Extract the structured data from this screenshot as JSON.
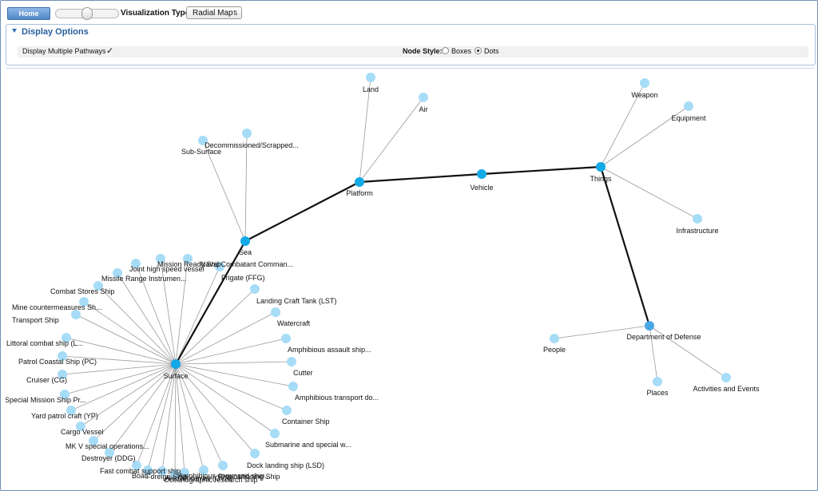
{
  "toolbar": {
    "home_label": "Home",
    "slider_value": 0.5,
    "viz_type_label": "Visualization Type:",
    "viz_type_value": "Radial Map"
  },
  "options": {
    "title": "Display Options",
    "multiple_pathways_label": "Display Multiple Pathways",
    "multiple_pathways_checked": true,
    "node_style_label": "Node Style:",
    "node_style_boxes": "Boxes",
    "node_style_dots": "Dots",
    "node_style_selected": "Dots"
  },
  "colors": {
    "main_node": "#13a9e6",
    "leaf_node": "#a7dcf7",
    "path_edge": "#111111",
    "leaf_edge": "#9a9a9a",
    "dept_node": "#4aa7e6"
  },
  "graph": {
    "main_nodes": [
      {
        "id": "vehicle",
        "label": "Vehicle"
      },
      {
        "id": "platform",
        "label": "Platform"
      },
      {
        "id": "things",
        "label": "Things"
      },
      {
        "id": "dod",
        "label": "Department of Defense"
      },
      {
        "id": "sea",
        "label": "Sea"
      },
      {
        "id": "surface",
        "label": "Surface"
      }
    ],
    "path_edges": [
      [
        "vehicle",
        "platform"
      ],
      [
        "vehicle",
        "things"
      ],
      [
        "things",
        "dod"
      ],
      [
        "platform",
        "sea"
      ],
      [
        "sea",
        "surface"
      ]
    ],
    "leaf_groups": [
      {
        "parent": "platform",
        "labels": [
          "Land",
          "Air"
        ]
      },
      {
        "parent": "things",
        "labels": [
          "Weapon",
          "Equipment",
          "Infrastructure"
        ]
      },
      {
        "parent": "dod",
        "labels": [
          "People",
          "Places",
          "Activities and Events"
        ]
      },
      {
        "parent": "sea",
        "labels": [
          "Sub-Surface",
          "Decommissioned/Scrapped..."
        ]
      },
      {
        "parent": "surface",
        "labels": [
          "Joint high speed vessel",
          "Mission Ready Ship",
          "Naval Combatant Comman...",
          "Missile Range Instrumen...",
          "Frigate (FFG)",
          "Combat Stores Ship",
          "Landing Craft Tank (LST)",
          "Mine countermeasures Sh...",
          "Transport Ship",
          "Watercraft",
          "Littoral combat ship (L...",
          "Amphibious assault ship...",
          "Patrol Coastal Ship (PC)",
          "Cutter",
          "Cruiser (CG)",
          "Special Mission Ship Pr...",
          "Amphibious transport do...",
          "Yard patrol craft (YP)",
          "Container Ship",
          "Cargo Vessel",
          "Submarine and special w...",
          "MK V special operations...",
          "Destroyer (DDG)",
          "Dock landing ship (LSD)",
          "Fast combat support ship",
          "Prepositioning Ship",
          "Boat",
          "Amphibious command ship...",
          "Foreign Ship",
          "Aircraft carrier (CVN)",
          "Oceanographic research ship"
        ]
      }
    ]
  }
}
